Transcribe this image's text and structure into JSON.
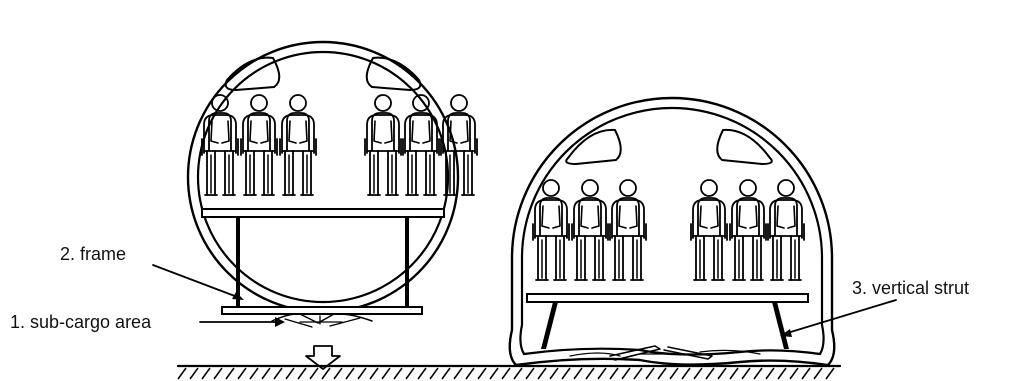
{
  "diagram": {
    "labels": {
      "frame": "2. frame",
      "sub_cargo_area": "1. sub-cargo area",
      "vertical_strut": "3. vertical strut"
    },
    "colors": {
      "stroke": "#000000",
      "background": "#ffffff",
      "text": "#111111"
    },
    "icons": [
      "seated-passenger-icon",
      "overhead-bin-icon",
      "down-arrow-icon",
      "ground-hatching"
    ],
    "sections": [
      {
        "name": "intact-fuselage",
        "passengers_per_side": 3
      },
      {
        "name": "crushed-fuselage",
        "passengers_per_side": 3
      }
    ]
  }
}
